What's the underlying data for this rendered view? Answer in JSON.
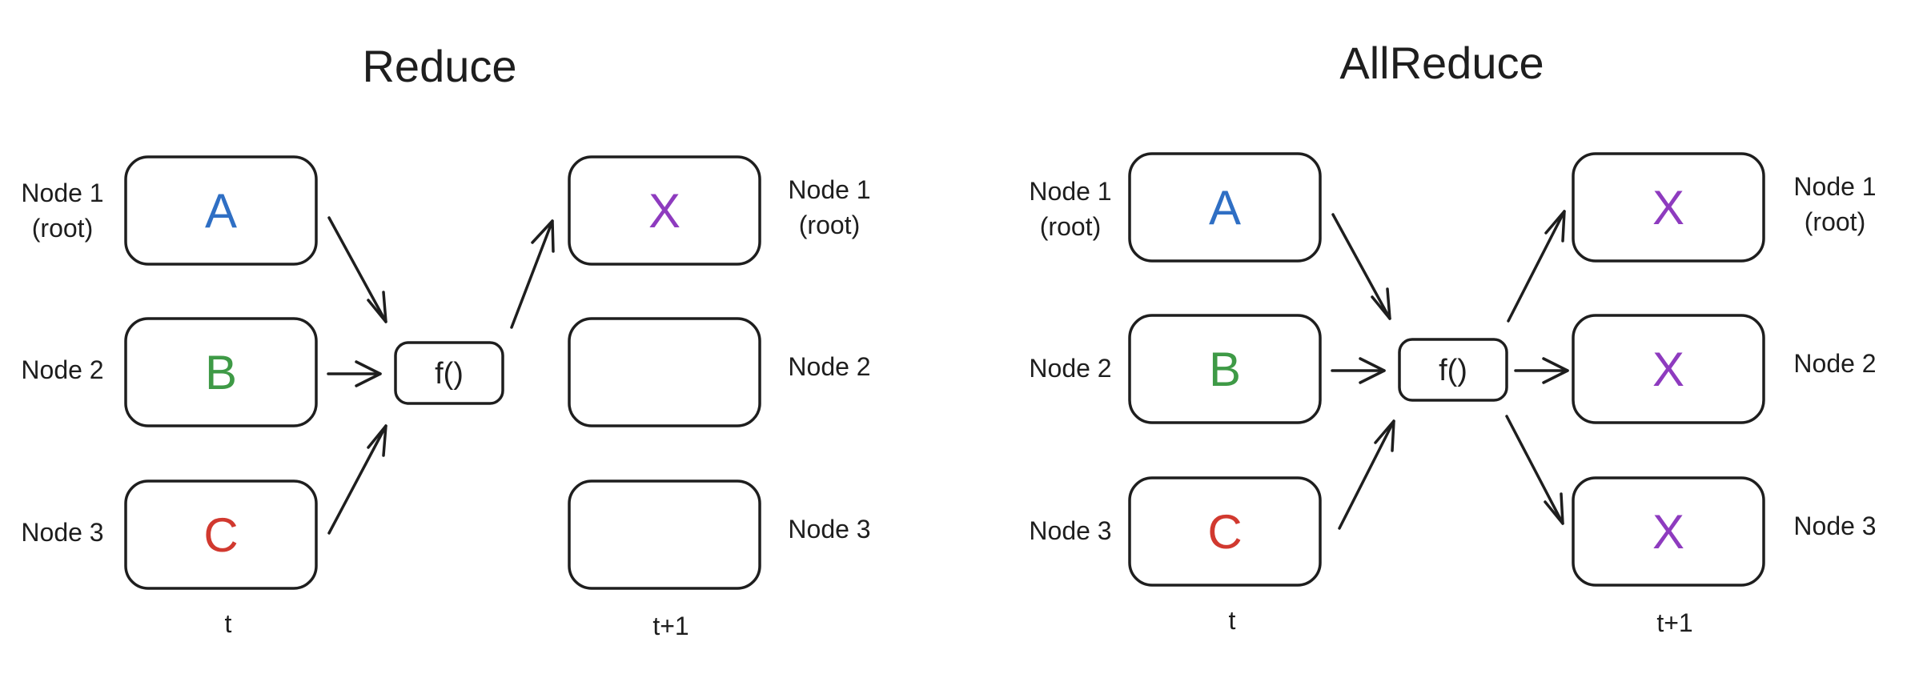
{
  "colors": {
    "A": "#2f6fc4",
    "B": "#3e9a46",
    "C": "#d1392f",
    "X": "#8e3bbf",
    "stroke": "#1e1e1e"
  },
  "reduce": {
    "title": "Reduce",
    "left_labels": [
      [
        "Node 1",
        "(root)"
      ],
      [
        "Node 2"
      ],
      [
        "Node 3"
      ]
    ],
    "right_labels": [
      [
        "Node 1",
        "(root)"
      ],
      [
        "Node 2"
      ],
      [
        "Node 3"
      ]
    ],
    "input_values": [
      "A",
      "B",
      "C"
    ],
    "output_values": [
      "X",
      "",
      ""
    ],
    "function_label": "f()",
    "time_before": "t",
    "time_after": "t+1"
  },
  "allreduce": {
    "title": "AllReduce",
    "left_labels": [
      [
        "Node 1",
        "(root)"
      ],
      [
        "Node 2"
      ],
      [
        "Node 3"
      ]
    ],
    "right_labels": [
      [
        "Node 1",
        "(root)"
      ],
      [
        "Node 2"
      ],
      [
        "Node 3"
      ]
    ],
    "input_values": [
      "A",
      "B",
      "C"
    ],
    "output_values": [
      "X",
      "X",
      "X"
    ],
    "function_label": "f()",
    "time_before": "t",
    "time_after": "t+1"
  }
}
